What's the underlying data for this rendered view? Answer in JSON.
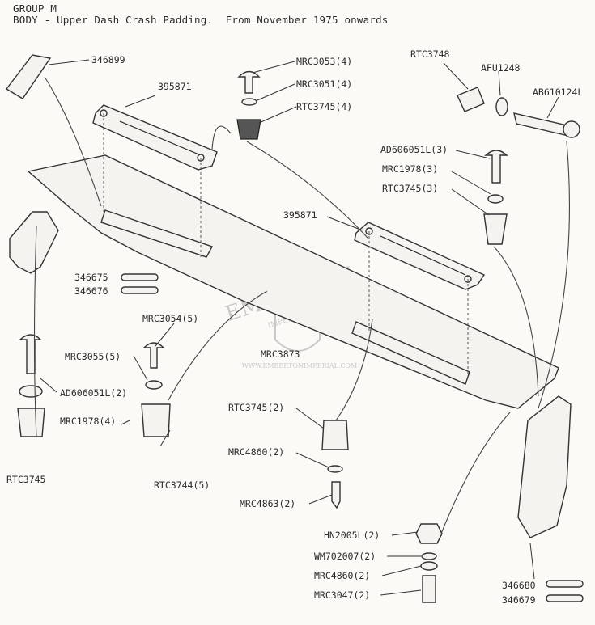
{
  "header": {
    "group": "GROUP M",
    "title": "BODY - Upper Dash Crash Padding.  From November 1975 onwards"
  },
  "watermark": {
    "name": "EMBERTON",
    "subtitle": "IMPERIAL LTD",
    "url": "WWW.EMBERTONIMPERIAL.COM"
  },
  "callouts": {
    "p346899": "346899",
    "p395871_top": "395871",
    "mrc3053": "MRC3053(4)",
    "mrc3051": "MRC3051(4)",
    "rtc3745_4": "RTC3745(4)",
    "rtc3748": "RTC3748",
    "afu1248": "AFU1248",
    "ab610124l": "AB610124L",
    "ad606051l_3": "AD606051L(3)",
    "mrc1978_3": "MRC1978(3)",
    "rtc3745_3": "RTC3745(3)",
    "p395871_mid": "395871",
    "p346675": "346675",
    "p346676": "346676",
    "mrc3054": "MRC3054(5)",
    "mrc3873": "MRC3873",
    "mrc3055": "MRC3055(5)",
    "ad606051l_2": "AD606051L(2)",
    "mrc1978_4": "MRC1978(4)",
    "rtc3745": "RTC3745",
    "rtc3744": "RTC3744(5)",
    "rtc3745_2": "RTC3745(2)",
    "mrc4860_a": "MRC4860(2)",
    "mrc4863": "MRC4863(2)",
    "hn2005l": "HN2005L(2)",
    "wm702007": "WM702007(2)",
    "mrc4860_b": "MRC4860(2)",
    "mrc3047": "MRC3047(2)",
    "p346680": "346680",
    "p346679": "346679"
  }
}
